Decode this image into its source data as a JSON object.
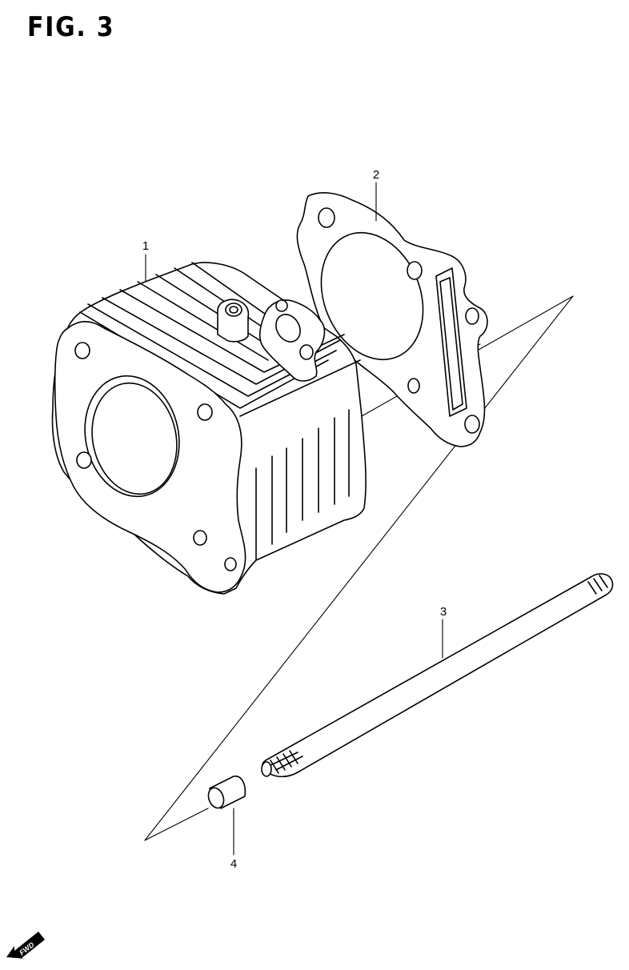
{
  "figure": {
    "title": "FIG. 3"
  },
  "parts": [
    {
      "ref": "1",
      "part": "cylinder"
    },
    {
      "ref": "2",
      "part": "gasket"
    },
    {
      "ref": "3",
      "part": "stud"
    },
    {
      "ref": "4",
      "part": "dowel-pin"
    }
  ],
  "direction_badge": {
    "label": "FWD",
    "icon": "forward-arrow-icon"
  },
  "colors": {
    "line": "#000000",
    "background": "#ffffff"
  }
}
